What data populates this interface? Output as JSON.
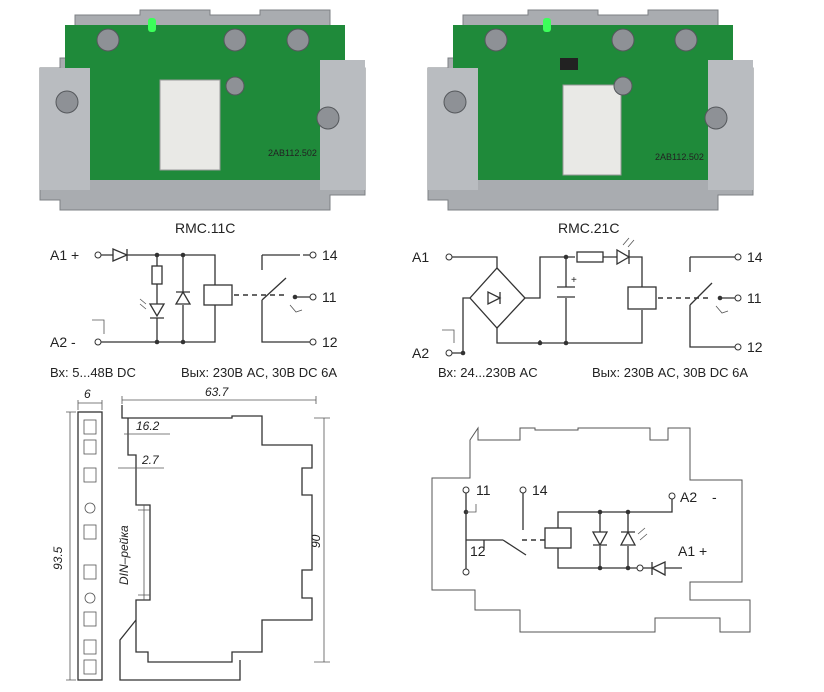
{
  "relay_left": {
    "model": "RMC.11C",
    "pcb_print": "2AB112.502",
    "terminals": {
      "a1": "A1 +",
      "a2": "A2 -",
      "t14": "14",
      "t11": "11",
      "t12": "12"
    },
    "input_spec": "Вх: 5...48В DC",
    "output_spec": "Вых: 230В AC, 30В DC 6А"
  },
  "relay_right": {
    "model": "RMC.21C",
    "pcb_print": "2AB112.502",
    "terminals": {
      "a1": "A1",
      "a2": "A2",
      "t14": "14",
      "t11": "11",
      "t12": "12"
    },
    "input_spec": "Вх: 24...230В AC",
    "output_spec": "Вых: 230В AC, 30В DC 6А"
  },
  "dimensions": {
    "width_small": "6",
    "width_total": "63.7",
    "dim_16": "16.2",
    "dim_2_7": "2.7",
    "height_left": "93.5",
    "height_right": "90",
    "din_label": "DIN–рейка"
  },
  "housing_schematic": {
    "t11": "11",
    "t14": "14",
    "t12": "12",
    "a2": "A2",
    "a2_sign": "-",
    "a1": "A1 +"
  },
  "colors": {
    "pcb": "#1f8a3a",
    "housing": "#a9acb0",
    "housing_dark": "#7d8084",
    "led": "#3cff5a"
  }
}
